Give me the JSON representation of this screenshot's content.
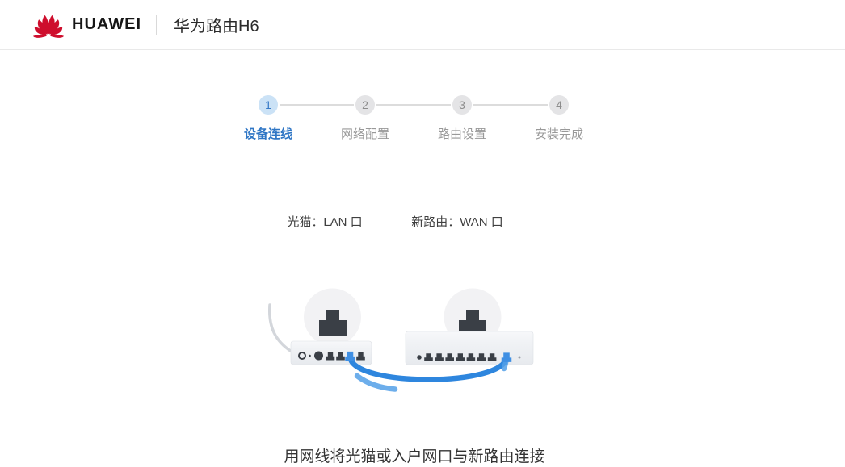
{
  "header": {
    "brand": "HUAWEI",
    "brand_color": "#CE0E2D",
    "title": "华为路由H6"
  },
  "stepper": {
    "active_color": "#3579C6",
    "steps": [
      {
        "number": "1",
        "label": "设备连线",
        "state": "active"
      },
      {
        "number": "2",
        "label": "网络配置",
        "state": "pending"
      },
      {
        "number": "3",
        "label": "路由设置",
        "state": "pending"
      },
      {
        "number": "4",
        "label": "安装完成",
        "state": "pending"
      }
    ]
  },
  "connection_diagram": {
    "modem_port_label": "光猫：LAN 口",
    "router_port_label": "新路由：WAN 口",
    "cable_color": "#2E86DE",
    "port_highlight_color": "#3F8FE3",
    "device_color": "#EDEFF2",
    "icons": [
      "rj45-port-magnifier-icon",
      "modem-device",
      "router-device",
      "ethernet-cable"
    ]
  },
  "instruction": {
    "text": "用网线将光猫或入户网口与新路由连接"
  }
}
